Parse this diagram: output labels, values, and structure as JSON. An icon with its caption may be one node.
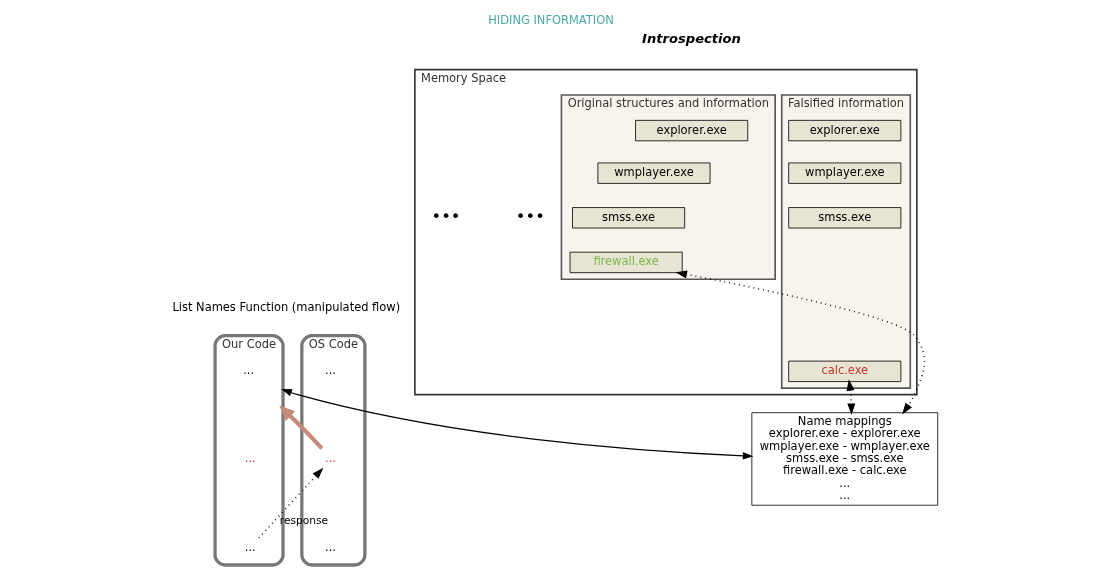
{
  "diagram": {
    "title": "HIDING INFORMATION",
    "nodes": [
      {
        "text": [
          "Memory Space"
        ]
      },
      {
        "text": [
          "Original structures and information"
        ],
        "in": 0
      },
      {
        "text": [
          "explorer.exe"
        ],
        "in": 1
      },
      {
        "text": [
          "wmplayer.exe"
        ],
        "in": 1
      },
      {
        "text": [
          "smss.exe"
        ],
        "in": 1
      },
      {
        "text": [
          "firewall.exe"
        ],
        "in": 1
      },
      {
        "text": [
          "Falsified information"
        ],
        "in": 0
      },
      {
        "text": [
          "explorer.exe"
        ],
        "in": 6
      },
      {
        "text": [
          "wmplayer.exe"
        ],
        "in": 6
      },
      {
        "text": [
          "smss.exe"
        ],
        "in": 6
      },
      {
        "text": [
          "calc.exe"
        ],
        "in": 6
      },
      {
        "text": [
          "OS Code"
        ]
      },
      {
        "text": [
          "..."
        ],
        "in": 11
      },
      {
        "text": [
          "..."
        ],
        "in": 11
      },
      {
        "text": [
          "..."
        ],
        "in": 11
      },
      {
        "text": [
          "Our Code"
        ]
      },
      {
        "text": [
          "..."
        ],
        "in": 15
      },
      {
        "text": [
          "..."
        ],
        "in": 15
      },
      {
        "text": [
          "..."
        ],
        "in": 15
      },
      {
        "text": [
          "Name mappings",
          "explorer.exe - explorer.exe",
          "wmplayer.exe - wmplayer.exe",
          "smss.exe - smss.exe",
          "firewall.exe - calc.exe",
          "...",
          "..."
        ]
      }
    ],
    "edges": [
      {
        "from": 5,
        "to": 19,
        "arrow": "both",
        "style": "dashed"
      },
      {
        "from": 10,
        "to": 19,
        "arrow": "both",
        "style": "dashed"
      },
      {
        "from": 13,
        "to": 15,
        "arrow": "to",
        "style": "thick",
        "color": "#c48a7a"
      },
      {
        "from": 18,
        "to": 13,
        "arrow": "to",
        "style": "dashed",
        "label": "response"
      },
      {
        "from": 15,
        "to": 19,
        "arrow": "both"
      }
    ],
    "labels": [
      "Introspection",
      "•••",
      "•••",
      "List Names Function (manipulated flow)"
    ]
  }
}
